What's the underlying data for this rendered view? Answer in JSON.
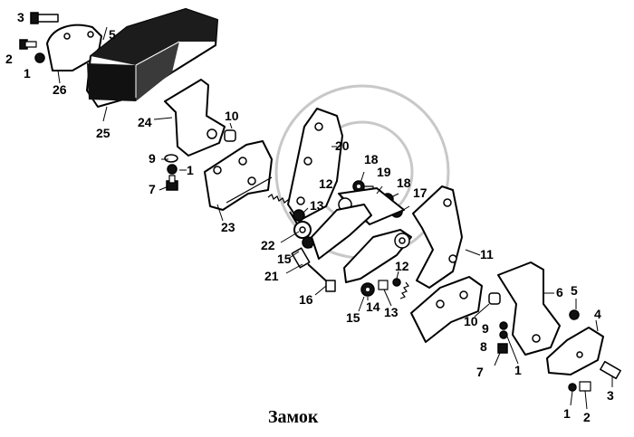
{
  "caption": "Замок",
  "callouts": {
    "c1_a": "1",
    "c2_a": "2",
    "c3_a": "3",
    "c5_a": "5",
    "c26": "26",
    "c25": "25",
    "c24": "24",
    "c10_a": "10",
    "c9_a": "9",
    "c1_b": "1",
    "c7_a": "7",
    "c23": "23",
    "c20": "20",
    "c18_a": "18",
    "c19": "19",
    "c18_b": "18",
    "c17": "17",
    "c12_a": "12",
    "c13_a": "13",
    "c22": "22",
    "c15_a": "15",
    "c21": "21",
    "c16": "16",
    "c11": "11",
    "c12_b": "12",
    "c14": "14",
    "c15_b": "15",
    "c13_b": "13",
    "c6": "6",
    "c5_b": "5",
    "c4": "4",
    "c3_b": "3",
    "c10_b": "10",
    "c9_b": "9",
    "c8": "8",
    "c7_b": "7",
    "c1_c": "1",
    "c1_d": "1",
    "c2_b": "2"
  }
}
